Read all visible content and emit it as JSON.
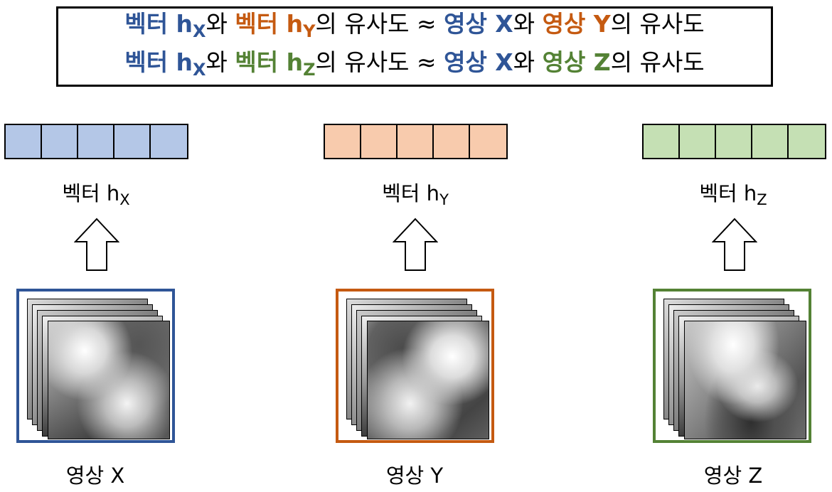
{
  "formula": {
    "line1": {
      "vec_a": "벡터 h",
      "vec_a_sub": "X",
      "and1": "와 ",
      "vec_b": "벡터 h",
      "vec_b_sub": "Y",
      "sim": "의 유사도 ≈ ",
      "img_a": "영상 X",
      "and2": "와 ",
      "img_b": "영상 Y",
      "tail": "의 유사도"
    },
    "line2": {
      "vec_a": "벡터 h",
      "vec_a_sub": "X",
      "and1": "와 ",
      "vec_b": "벡터 h",
      "vec_b_sub": "Z",
      "sim": "의 유사도 ≈ ",
      "img_a": "영상 X",
      "and2": "와 ",
      "img_b": "영상 Z",
      "tail": "의 유사도"
    }
  },
  "columns": [
    {
      "vector_label": "벡터 h",
      "vector_sub": "X",
      "image_label": "영상 X",
      "cells": 5
    },
    {
      "vector_label": "벡터 h",
      "vector_sub": "Y",
      "image_label": "영상 Y",
      "cells": 5
    },
    {
      "vector_label": "벡터 h",
      "vector_sub": "Z",
      "image_label": "영상 Z",
      "cells": 5
    }
  ],
  "colors": {
    "x_accent": "#2f5597",
    "y_accent": "#c55a11",
    "z_accent": "#548235",
    "x_fill": "#b4c7e7",
    "y_fill": "#f8cbad",
    "z_fill": "#c5e0b4"
  },
  "icons": {
    "arrow": "hollow-up-arrow-icon",
    "image_stack": "satellite-image-stack-icon"
  }
}
